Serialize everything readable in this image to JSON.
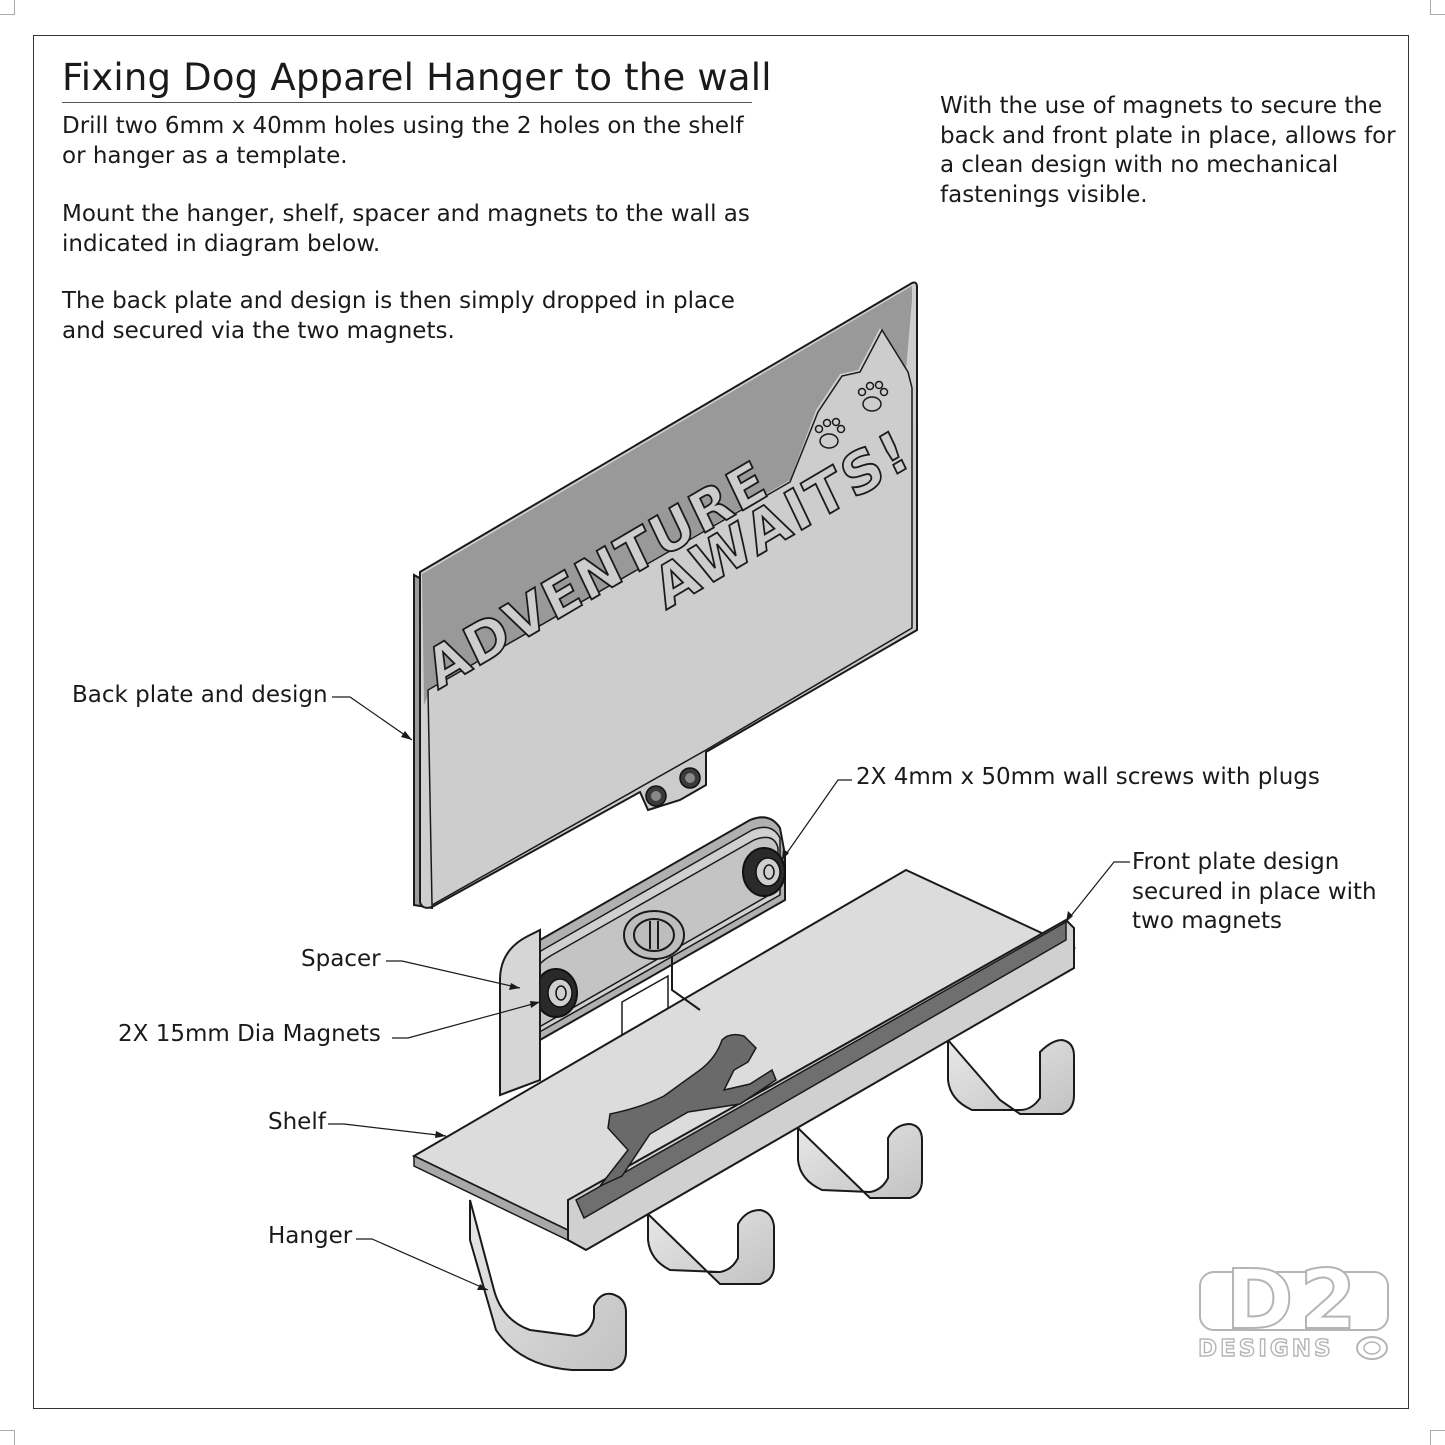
{
  "title": "Fixing Dog Apparel Hanger to the wall",
  "instructions": {
    "p1_line1": "Drill two 6mm x 40mm holes using the 2 holes on the shelf",
    "p1_line2": "or hanger as a template.",
    "p2_line1": "Mount the hanger, shelf, spacer and magnets to the wall as",
    "p2_line2": "indicated in diagram below.",
    "p3_line1": "The back plate and design is then simply dropped in place",
    "p3_line2": "and secured via the two magnets."
  },
  "side_note": {
    "line1": "With the use of magnets to secure the",
    "line2": "back and front plate in place, allows for",
    "line3": "a clean design with no mechanical",
    "line4": "fastenings visible."
  },
  "labels": {
    "back_plate": "Back plate and design",
    "screws": "2X 4mm x 50mm wall screws with plugs",
    "front_plate_line1": "Front plate design",
    "front_plate_line2": "secured in place with",
    "front_plate_line3": "two magnets",
    "spacer": "Spacer",
    "magnets": "2X 15mm Dia Magnets",
    "shelf": "Shelf",
    "hanger": "Hanger"
  },
  "plate_text": {
    "line1": "ADVENTURE",
    "line2": "AWAITS!"
  },
  "logo": {
    "main": "D2",
    "sub": "DESIGNS"
  },
  "colors": {
    "plate_face": "#cfcfcf",
    "plate_shadow": "#9a9a9a",
    "steel": "#d9d9d9",
    "dark": "#2a2a2a",
    "outline": "#1a1a1a"
  }
}
